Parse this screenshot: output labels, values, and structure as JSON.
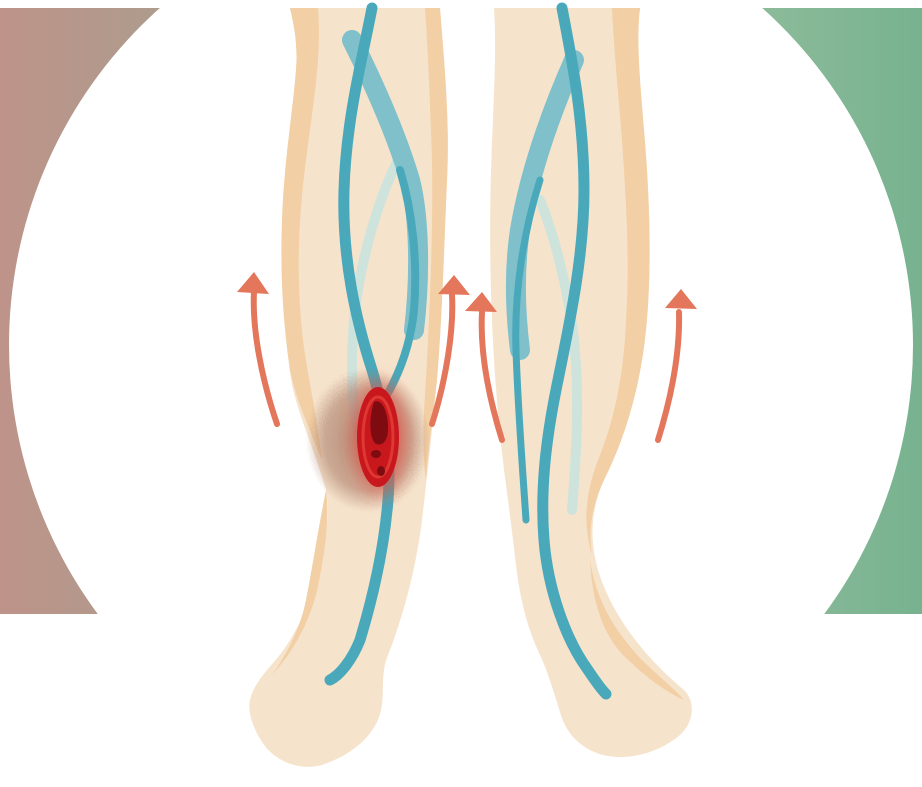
{
  "scene": {
    "left_panel": {
      "color_start": "#be938a",
      "color_end": "#ab9d8c"
    },
    "right_panel": {
      "color_start": "#8fbc9b",
      "color_end": "#77b28f"
    },
    "skin": {
      "light": "#f6e3cc",
      "dark": "#f2cfa4"
    },
    "vein": {
      "main": "#4aa8bb",
      "light": "#7fc0cb",
      "pale": "#cfe3dd"
    },
    "clot": {
      "core": "#c8181d",
      "glow": "#e8443b",
      "dark": "#7d0b10",
      "bruise": "#a77864"
    },
    "arrow_color": "#e4765b",
    "legs": [
      {
        "name": "leg-with-clot",
        "has_clot": true,
        "arrow_count": 2
      },
      {
        "name": "healthy-leg",
        "has_clot": false,
        "arrow_count": 2
      }
    ]
  }
}
